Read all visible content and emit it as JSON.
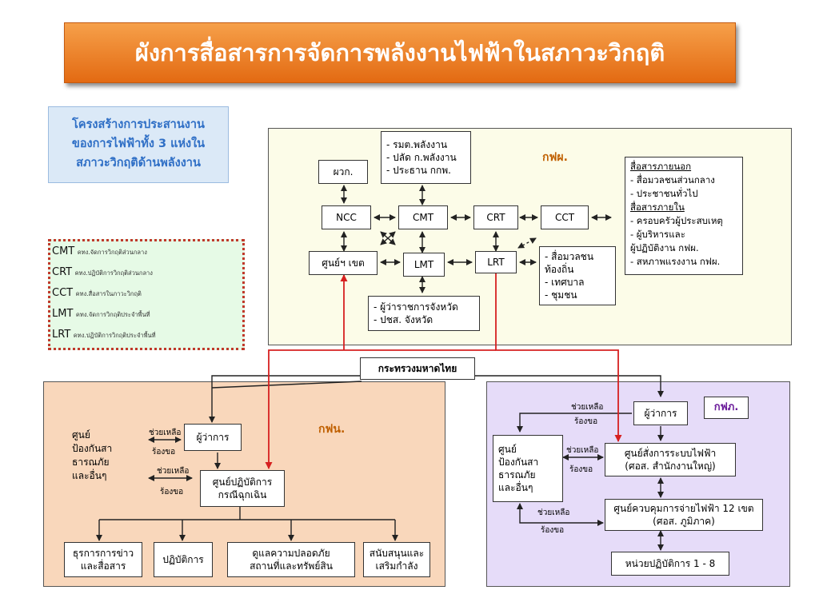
{
  "title": "ผังการสื่อสารการจัดการพลังงานไฟฟ้าในสภาวะวิกฤติ",
  "structure_box": {
    "line1": "โครงสร้างการประสานงาน",
    "line2": "ของการไฟฟ้าทั้ง 3 แห่งใน",
    "line3": "สภาวะวิกฤติด้านพลังงาน"
  },
  "legend": [
    {
      "abbr": "CMT",
      "desc": "คทง.จัดการวิกฤติส่วนกลาง"
    },
    {
      "abbr": "CRT",
      "desc": "คทง.ปฏิบัติการวิกฤติส่วนกลาง"
    },
    {
      "abbr": "CCT",
      "desc": "คทง.สื่อสารในภาวะวิกฤติ"
    },
    {
      "abbr": "LMT",
      "desc": "คทง.จัดการวิกฤติประจำพื้นที่"
    },
    {
      "abbr": "LRT",
      "desc": "คทง.ปฏิบัติการวิกฤติประจำพื้นที่"
    }
  ],
  "top_panel": {
    "tag": "กฟผ.",
    "pakor": "ผวก.",
    "ministers": [
      "- รมต.พลังงาน",
      "- ปลัด ก.พลังงาน",
      "- ประธาน กกพ."
    ],
    "ncc": "NCC",
    "cmt": "CMT",
    "crt": "CRT",
    "cct": "CCT",
    "center": "ศูนย์ฯ เขต",
    "lmt": "LMT",
    "lrt": "LRT",
    "local": [
      "- สื่อมวลชน",
      "ท้องถิ่น",
      "- เทศบาล",
      "- ชุมชน"
    ],
    "province": [
      "- ผู้ว่าราชการจังหวัด",
      "- ปชส. จังหวัด"
    ],
    "comm": [
      "สื่อสารภายนอก",
      "- สื่อมวลชนส่วนกลาง",
      "- ประชาชนทั่วไป",
      "สื่อสารภายใน",
      "- ครอบครัวผู้ประสบเหตุ",
      "- ผู้บริหารและ",
      "ผู้ปฏิบัติงาน กฟผ.",
      "- สหภาพแรงงาน กฟผ."
    ]
  },
  "ministry": "กระทรวงมหาดไทย",
  "left_panel": {
    "tag": "กฟน.",
    "governor": "ผู้ว่าการ",
    "disaster": [
      "ศูนย์",
      "ป้องกันสา",
      "ธารณภัย",
      "และอื่นๆ"
    ],
    "emergency": [
      "ศูนย์ปฏิบัติการ",
      "กรณีฉุกเฉิน"
    ],
    "help": "ช่วยเหลือ",
    "request": "ร้องขอ",
    "bottom": [
      [
        "ธุรการการข่าว",
        "และสื่อสาร"
      ],
      [
        "ปฏิบัติการ"
      ],
      [
        "ดูแลความปลอดภัย",
        "สถานที่และทรัพย์สิน"
      ],
      [
        "สนับสนุนและ",
        "เสริมกำลัง"
      ]
    ]
  },
  "right_panel": {
    "tag": "กฟภ.",
    "governor": "ผู้ว่าการ",
    "disaster": [
      "ศูนย์",
      "ป้องกันสา",
      "ธารณภัย",
      "และอื่นๆ"
    ],
    "command": [
      "ศูนย์สั่งการระบบไฟฟ้า",
      "(ศอส. สำนักงานใหญ่)"
    ],
    "control": [
      "ศูนย์ควบคุมการจ่ายไฟฟ้า 12 เขต",
      "(ศอส. ภูมิภาค)"
    ],
    "units": "หน่วยปฏิบัติการ 1 - 8",
    "help": "ช่วยเหลือ",
    "request": "ร้องขอ"
  }
}
